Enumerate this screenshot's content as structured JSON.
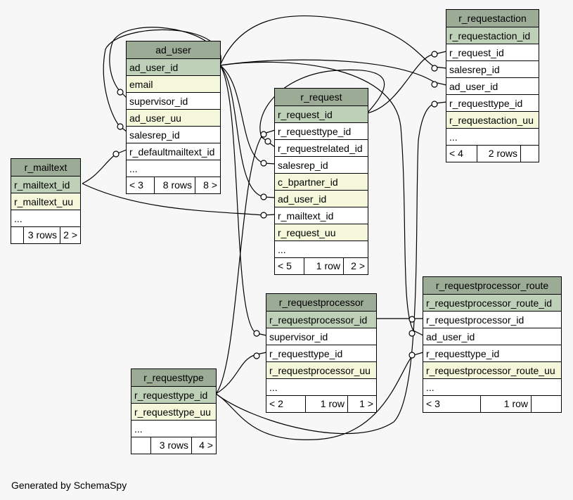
{
  "tables": {
    "ad_user": {
      "name": "ad_user",
      "columns": [
        {
          "name": "ad_user_id",
          "kind": "pk"
        },
        {
          "name": "email",
          "kind": "idx"
        },
        {
          "name": "supervisor_id",
          "kind": "plain"
        },
        {
          "name": "ad_user_uu",
          "kind": "idx"
        },
        {
          "name": "salesrep_id",
          "kind": "plain"
        },
        {
          "name": "r_defaultmailtext_id",
          "kind": "plain"
        }
      ],
      "more": "...",
      "footer": {
        "left": "< 3",
        "rows": "8 rows",
        "right": "8 >"
      }
    },
    "r_mailtext": {
      "name": "r_mailtext",
      "columns": [
        {
          "name": "r_mailtext_id",
          "kind": "pk"
        },
        {
          "name": "r_mailtext_uu",
          "kind": "idx"
        }
      ],
      "more": "...",
      "footer": {
        "left": "",
        "rows": "3 rows",
        "right": "2 >"
      }
    },
    "r_request": {
      "name": "r_request",
      "columns": [
        {
          "name": "r_request_id",
          "kind": "pk"
        },
        {
          "name": "r_requesttype_id",
          "kind": "plain"
        },
        {
          "name": "r_requestrelated_id",
          "kind": "plain"
        },
        {
          "name": "salesrep_id",
          "kind": "plain"
        },
        {
          "name": "c_bpartner_id",
          "kind": "idx"
        },
        {
          "name": "ad_user_id",
          "kind": "idx"
        },
        {
          "name": "r_mailtext_id",
          "kind": "plain"
        },
        {
          "name": "r_request_uu",
          "kind": "idx"
        }
      ],
      "more": "...",
      "footer": {
        "left": "< 5",
        "rows": "1 row",
        "right": "2 >"
      }
    },
    "r_requestaction": {
      "name": "r_requestaction",
      "columns": [
        {
          "name": "r_requestaction_id",
          "kind": "pk"
        },
        {
          "name": "r_request_id",
          "kind": "plain"
        },
        {
          "name": "salesrep_id",
          "kind": "plain"
        },
        {
          "name": "ad_user_id",
          "kind": "plain"
        },
        {
          "name": "r_requesttype_id",
          "kind": "plain"
        },
        {
          "name": "r_requestaction_uu",
          "kind": "idx"
        }
      ],
      "more": "...",
      "footer": {
        "left": "< 4",
        "rows": "2 rows",
        "right": ""
      }
    },
    "r_requestprocessor": {
      "name": "r_requestprocessor",
      "columns": [
        {
          "name": "r_requestprocessor_id",
          "kind": "pk"
        },
        {
          "name": "supervisor_id",
          "kind": "plain"
        },
        {
          "name": "r_requesttype_id",
          "kind": "plain"
        },
        {
          "name": "r_requestprocessor_uu",
          "kind": "idx"
        }
      ],
      "more": "...",
      "footer": {
        "left": "< 2",
        "rows": "1 row",
        "right": "1 >"
      }
    },
    "r_requestprocessor_route": {
      "name": "r_requestprocessor_route",
      "columns": [
        {
          "name": "r_requestprocessor_route_id",
          "kind": "pk"
        },
        {
          "name": "r_requestprocessor_id",
          "kind": "plain"
        },
        {
          "name": "ad_user_id",
          "kind": "plain"
        },
        {
          "name": "r_requesttype_id",
          "kind": "plain"
        },
        {
          "name": "r_requestprocessor_route_uu",
          "kind": "idx"
        }
      ],
      "more": "...",
      "footer": {
        "left": "< 3",
        "rows": "1 row",
        "right": ""
      }
    },
    "r_requesttype": {
      "name": "r_requesttype",
      "columns": [
        {
          "name": "r_requesttype_id",
          "kind": "pk"
        },
        {
          "name": "r_requesttype_uu",
          "kind": "idx"
        }
      ],
      "more": "...",
      "footer": {
        "left": "",
        "rows": "3 rows",
        "right": "4 >"
      }
    }
  },
  "footer_text": "Generated by SchemaSpy"
}
